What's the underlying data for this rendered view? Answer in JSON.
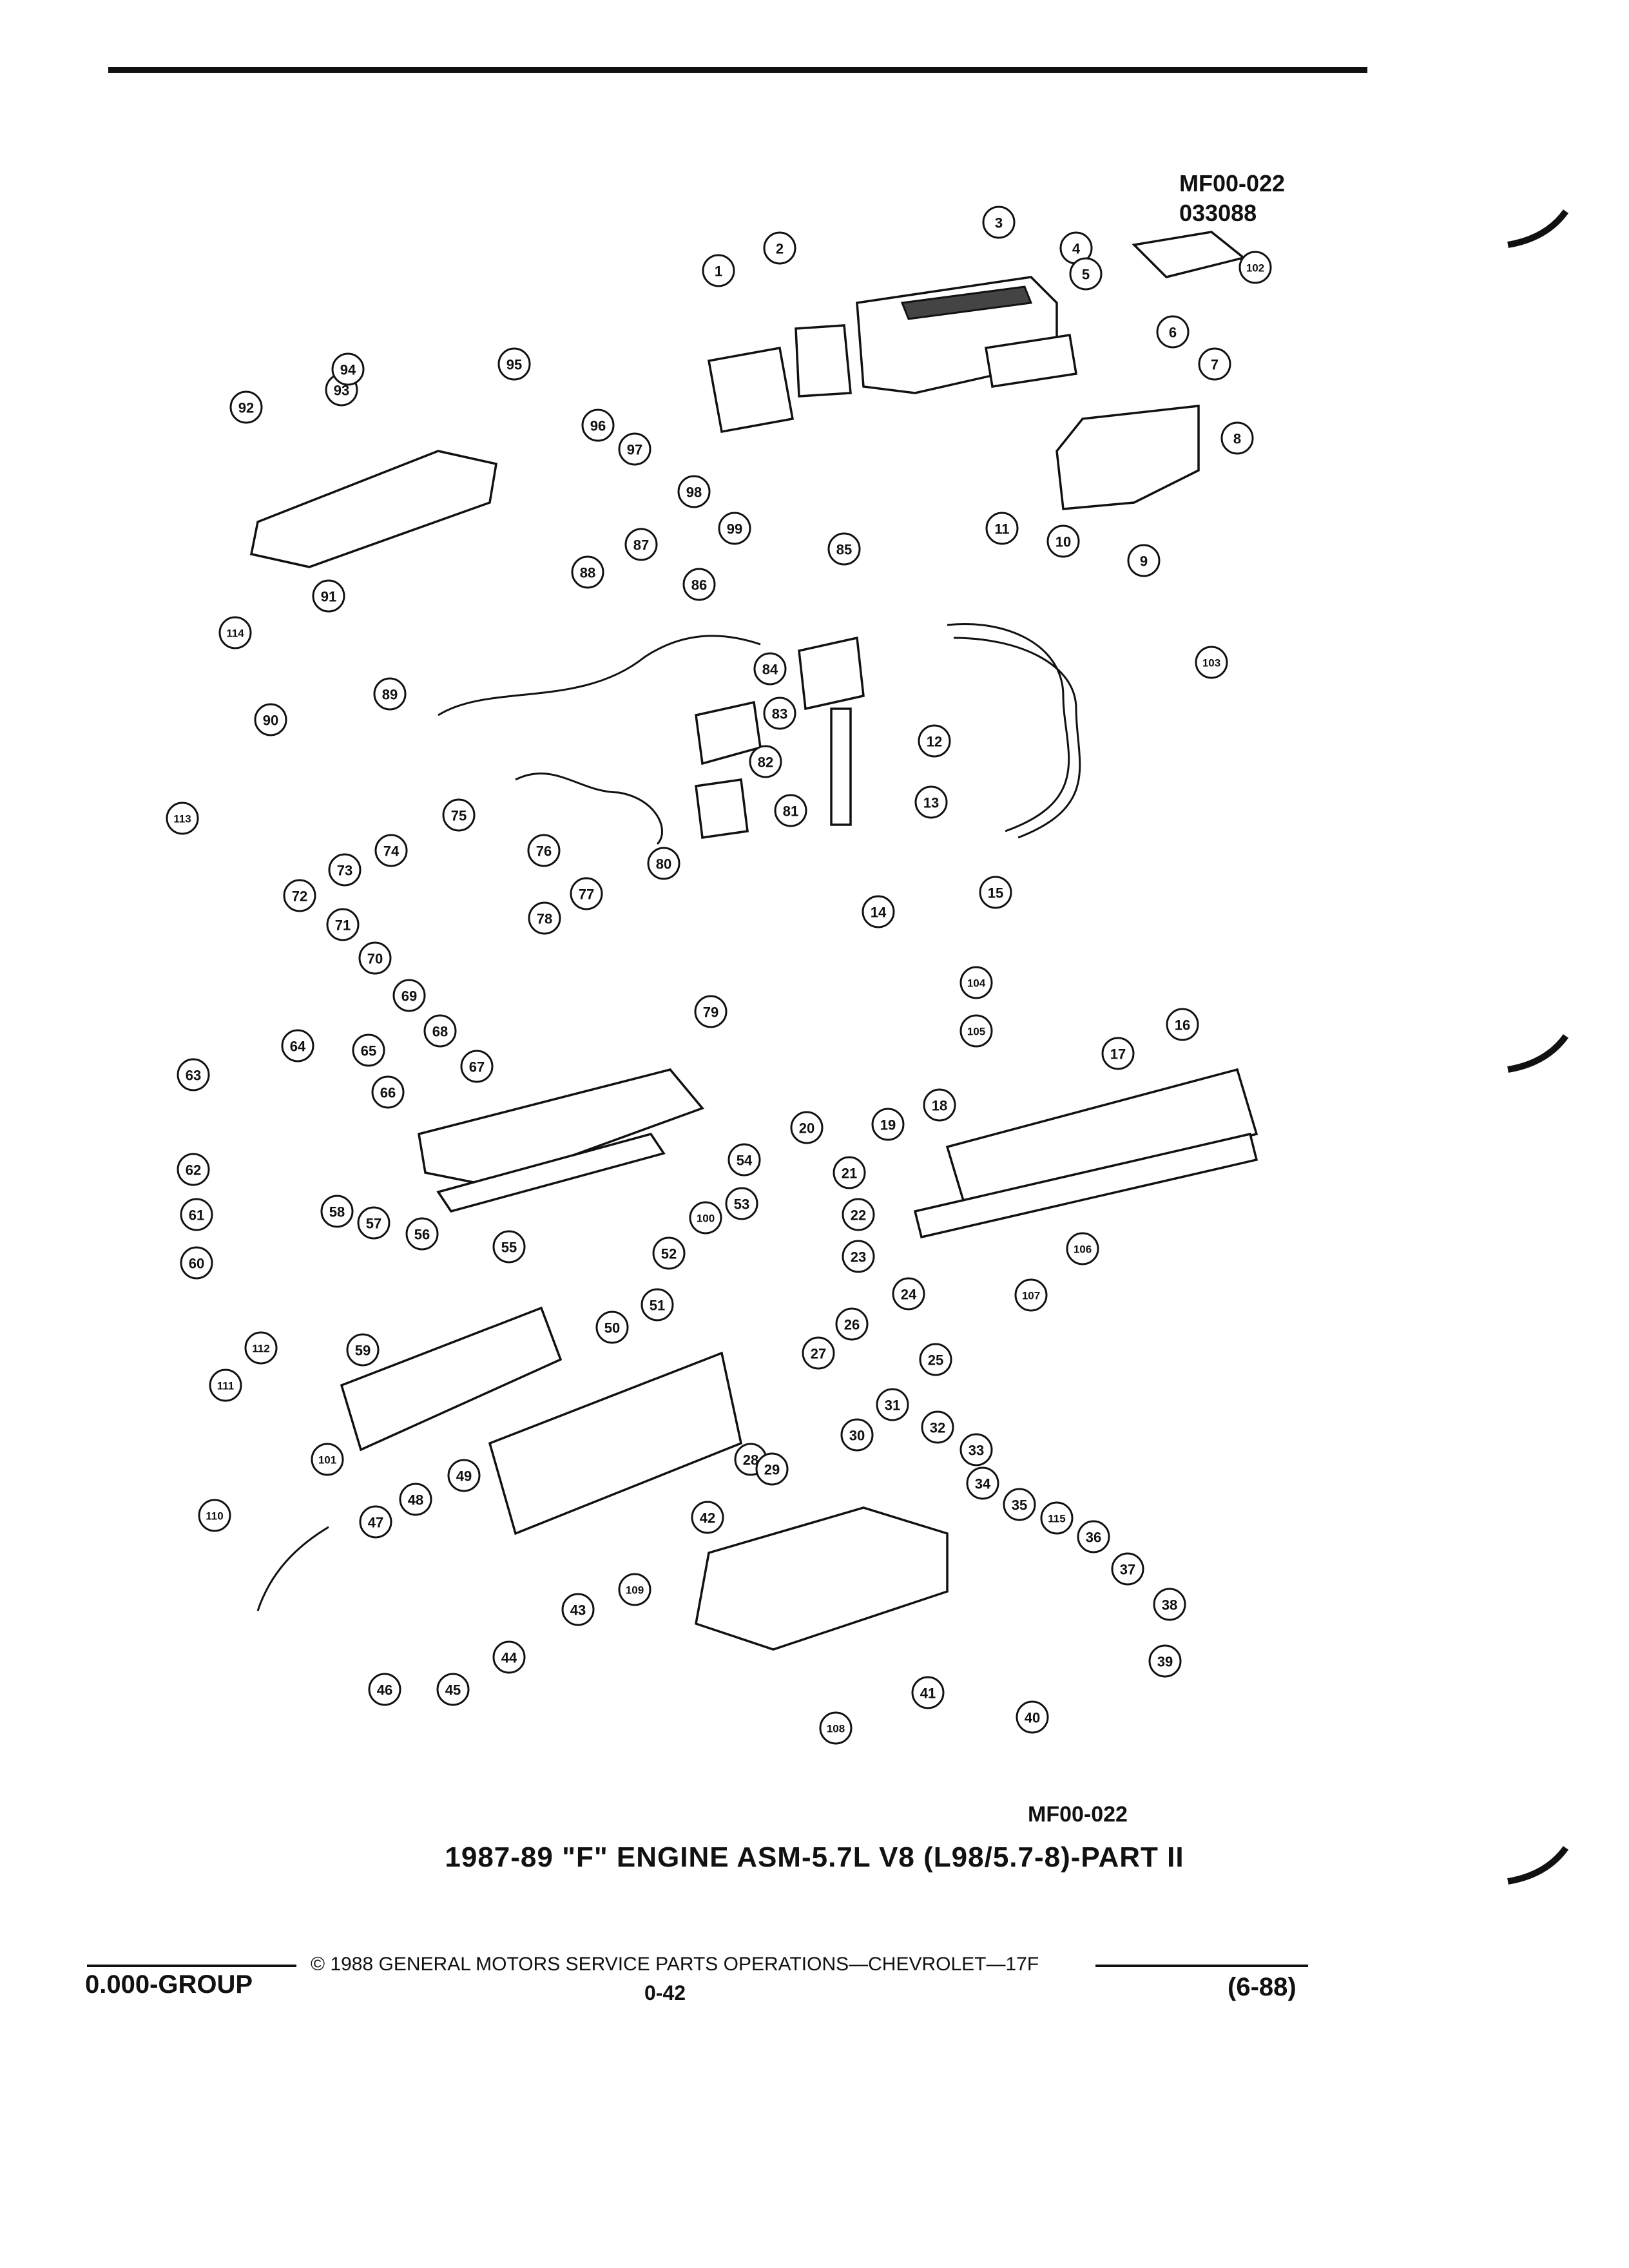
{
  "header": {
    "ref_code": "MF00-022",
    "ref_number": "033088"
  },
  "diagram": {
    "callouts": [
      "1",
      "2",
      "3",
      "4",
      "5",
      "6",
      "7",
      "8",
      "9",
      "10",
      "11",
      "12",
      "13",
      "14",
      "15",
      "16",
      "17",
      "18",
      "19",
      "20",
      "21",
      "22",
      "23",
      "24",
      "25",
      "26",
      "27",
      "28",
      "29",
      "30",
      "31",
      "32",
      "33",
      "34",
      "35",
      "36",
      "37",
      "38",
      "39",
      "40",
      "41",
      "42",
      "43",
      "44",
      "45",
      "46",
      "47",
      "48",
      "49",
      "50",
      "51",
      "52",
      "53",
      "54",
      "55",
      "56",
      "57",
      "58",
      "59",
      "60",
      "61",
      "62",
      "63",
      "64",
      "65",
      "66",
      "67",
      "68",
      "69",
      "70",
      "71",
      "72",
      "73",
      "74",
      "75",
      "76",
      "77",
      "78",
      "79",
      "80",
      "81",
      "82",
      "83",
      "84",
      "85",
      "86",
      "87",
      "88",
      "89",
      "90",
      "91",
      "92",
      "93",
      "94",
      "95",
      "96",
      "97",
      "98",
      "99",
      "100",
      "101",
      "102",
      "103",
      "104",
      "105",
      "106",
      "107",
      "108",
      "109",
      "110",
      "111",
      "112",
      "113",
      "114",
      "115"
    ]
  },
  "figure_code": "MF00-022",
  "caption": "1987-89 \"F\" ENGINE ASM-5.7L V8 (L98/5.7-8)-PART II",
  "footer": {
    "group": "0.000-GROUP",
    "copyright": "© 1988 GENERAL MOTORS SERVICE PARTS OPERATIONS—CHEVROLET—17F",
    "page": "0-42",
    "date": "(6-88)"
  }
}
